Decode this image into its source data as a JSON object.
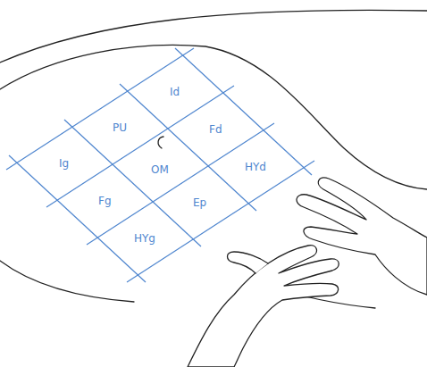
{
  "diagram": {
    "labels": [
      "Id",
      "PU",
      "Fd",
      "Ig",
      "OM",
      "HYd",
      "Fg",
      "Ep",
      "HYg"
    ]
  }
}
